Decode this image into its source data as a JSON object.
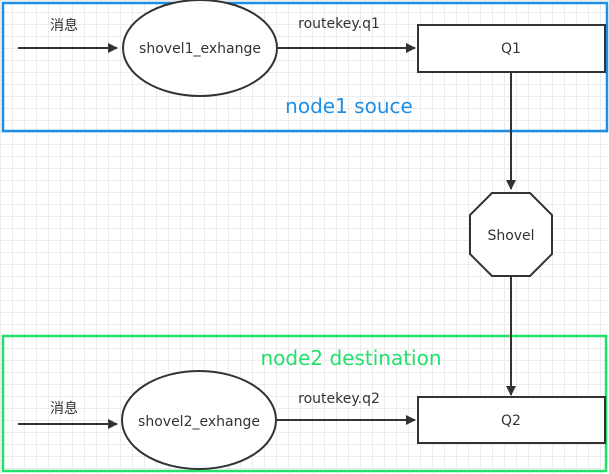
{
  "nodes": {
    "message_top": "消息",
    "message_bottom": "消息",
    "exchange1": "shovel1_exhange",
    "exchange2": "shovel2_exhange",
    "queue1": "Q1",
    "queue2": "Q2",
    "shovel": "Shovel"
  },
  "edges": {
    "route1": "routekey.q1",
    "route2": "routekey.q2"
  },
  "regions": {
    "node1": "node1 souce",
    "node2": "node2 destination"
  },
  "colors": {
    "node1_border": "#1e8fe6",
    "node1_label": "#1e8fe6",
    "node2_border": "#22e06a",
    "node2_label": "#22e06a",
    "stroke": "#333333"
  }
}
